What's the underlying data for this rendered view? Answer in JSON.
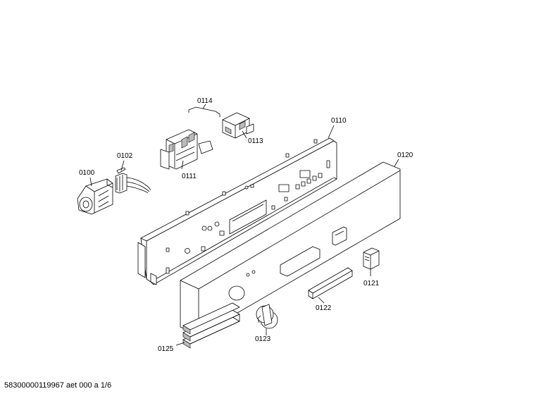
{
  "parts": [
    {
      "id": "p0100",
      "label": "0100"
    },
    {
      "id": "p0102",
      "label": "0102"
    },
    {
      "id": "p0111",
      "label": "0111"
    },
    {
      "id": "p0113",
      "label": "0113"
    },
    {
      "id": "p0114",
      "label": "0114"
    },
    {
      "id": "p0110",
      "label": "0110"
    },
    {
      "id": "p0120",
      "label": "0120"
    },
    {
      "id": "p0121",
      "label": "0121"
    },
    {
      "id": "p0122",
      "label": "0122"
    },
    {
      "id": "p0123",
      "label": "0123"
    },
    {
      "id": "p0125",
      "label": "0125"
    }
  ],
  "footer": "58300000119967 aet 000 a 1/6"
}
